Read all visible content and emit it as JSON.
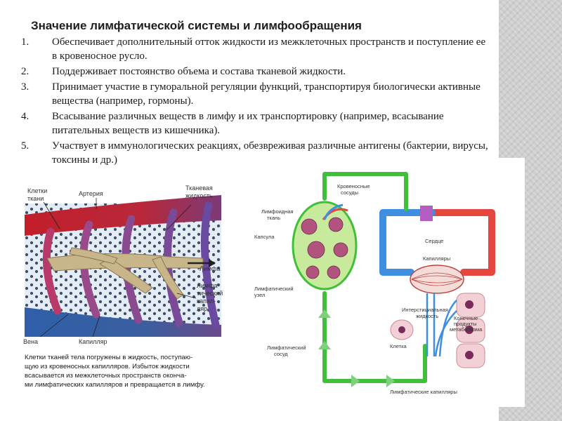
{
  "title": "Значение лимфатической системы и лимфообращения",
  "points": [
    {
      "num": "1.",
      "text": "Обеспечивает дополнительный отток жидкости из межклеточных пространств и поступление ее в кровеносное русло."
    },
    {
      "num": "2.",
      "text": "Поддерживает постоянство объема и состава тканевой жидкости."
    },
    {
      "num": "3.",
      "text": "Принимает участие в гуморальной регуляции функций, транспортируя биологически активные вещества (например, гормоны)."
    },
    {
      "num": "4.",
      "text": "Всасывание различных веществ в лимфу и их транспортировку (например, всасывание питательных веществ из кишечника)."
    },
    {
      "num": "5.",
      "text": "Участвует в иммунологических реакциях, обезвреживая различные антигены (бактерии, вирусы, токсины и др.)"
    }
  ],
  "figure_left": {
    "label_cells_1": "Клетки",
    "label_cells_2": "ткани",
    "label_artery": "Артерия",
    "label_fluid_1": "Тканевая",
    "label_fluid_2": "жидкость",
    "label_lymph": "Лимфа",
    "label_capillary_1": "Лимфа-",
    "label_capillary_2": "тический",
    "label_capillary_3": "капил-",
    "label_capillary_4": "ляр",
    "label_vein": "Вена",
    "label_blood_capillary": "Капилляр",
    "caption_1": "Клетки тканей тела погружены в жидкость, поступаю-",
    "caption_2": "щую из кровеносных капилляров. Избыток жидкости",
    "caption_3": "всасывается из межклеточных пространств оконча-",
    "caption_4": "ми лимфатических капилляров и превращается в лимфу."
  },
  "figure_right": {
    "label_blood_vessels_1": "Кровеносные",
    "label_blood_vessels_2": "сосуды",
    "label_lymphoid_1": "Лимфоидная",
    "label_lymphoid_2": "ткань",
    "label_capsule": "Капсула",
    "label_heart": "Сердце",
    "label_capillaries": "Капилляры",
    "label_node_1": "Лимфатический",
    "label_node_2": "узел",
    "label_interstitial_1": "Интерстициальная",
    "label_interstitial_2": "жидкость",
    "label_end_products_1": "Конечные",
    "label_end_products_2": "продукты",
    "label_end_products_3": "метаболизма",
    "label_cell": "Клетка",
    "label_vessel_1": "Лимфатический",
    "label_vessel_2": "сосуд",
    "label_lymph_capillaries": "Лимфатические капилляры"
  },
  "colors": {
    "lymph_green": "#3fbf3a",
    "artery_red": "#e5473e",
    "vein_blue": "#3f8fe0",
    "tissue_tan": "#c8b68a"
  }
}
